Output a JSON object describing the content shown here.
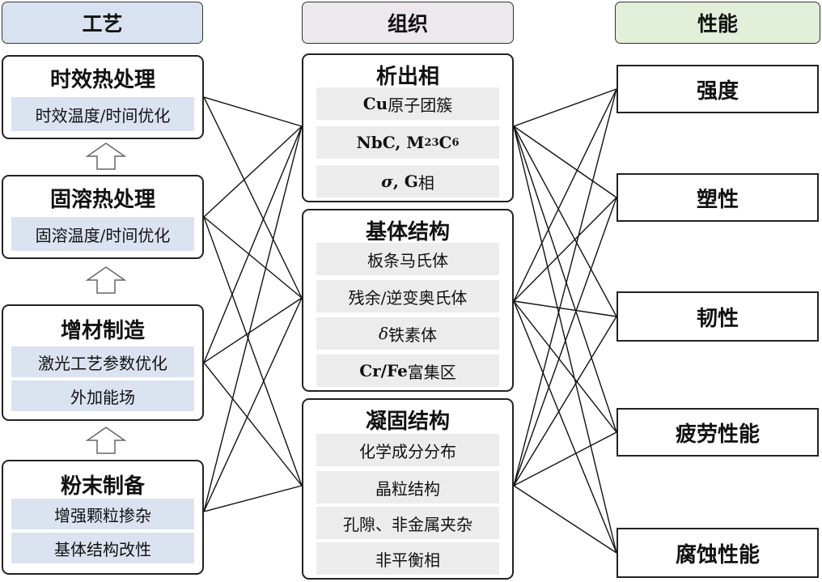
{
  "headers": {
    "process": "工艺",
    "structure": "组织",
    "performance": "性能"
  },
  "colors": {
    "process_header": "#d9e2f1",
    "structure_header": "#ece8ec",
    "performance_header": "#e2efd9",
    "process_item": "#dbe3f1",
    "structure_item": "#ececec"
  },
  "process": [
    {
      "title": "时效热处理",
      "items": [
        "时效温度/时间优化"
      ]
    },
    {
      "title": "固溶热处理",
      "items": [
        "固溶温度/时间优化"
      ]
    },
    {
      "title": "增材制造",
      "items": [
        "激光工艺参数优化",
        "外加能场"
      ]
    },
    {
      "title": "粉末制备",
      "items": [
        "增强颗粒掺杂",
        "基体结构改性"
      ]
    }
  ],
  "structure": [
    {
      "title": "析出相",
      "items": [
        {
          "bold": "Cu",
          "text": "原子团簇"
        },
        {
          "bold": "NbC, M",
          "sub1": "23",
          "bold2": "C",
          "sub2": "6"
        },
        {
          "italic": "σ",
          "bold": ", G",
          "text": "相"
        }
      ]
    },
    {
      "title": "基体结构",
      "items": [
        {
          "text": "板条马氏体"
        },
        {
          "text": "残余/逆变奥氏体"
        },
        {
          "italic": "δ",
          "text": "铁素体"
        },
        {
          "bold": "Cr/Fe",
          "text": "富集区"
        }
      ]
    },
    {
      "title": "凝固结构",
      "items": [
        {
          "text": "化学成分分布"
        },
        {
          "text": "晶粒结构"
        },
        {
          "text": "孔隙、非金属夹杂"
        },
        {
          "text": "非平衡相"
        }
      ]
    }
  ],
  "performance": [
    "强度",
    "塑性",
    "韧性",
    "疲劳性能",
    "腐蚀性能"
  ],
  "links": {
    "process_to_structure": [
      [
        0,
        0
      ],
      [
        0,
        1
      ],
      [
        1,
        0
      ],
      [
        1,
        1
      ],
      [
        1,
        2
      ],
      [
        2,
        0
      ],
      [
        2,
        1
      ],
      [
        2,
        2
      ],
      [
        3,
        0
      ],
      [
        3,
        1
      ],
      [
        3,
        2
      ]
    ],
    "structure_to_performance": [
      [
        0,
        0
      ],
      [
        0,
        1
      ],
      [
        0,
        2
      ],
      [
        0,
        3
      ],
      [
        0,
        4
      ],
      [
        1,
        0
      ],
      [
        1,
        1
      ],
      [
        1,
        2
      ],
      [
        1,
        3
      ],
      [
        1,
        4
      ],
      [
        2,
        0
      ],
      [
        2,
        1
      ],
      [
        2,
        2
      ],
      [
        2,
        3
      ],
      [
        2,
        4
      ]
    ]
  }
}
